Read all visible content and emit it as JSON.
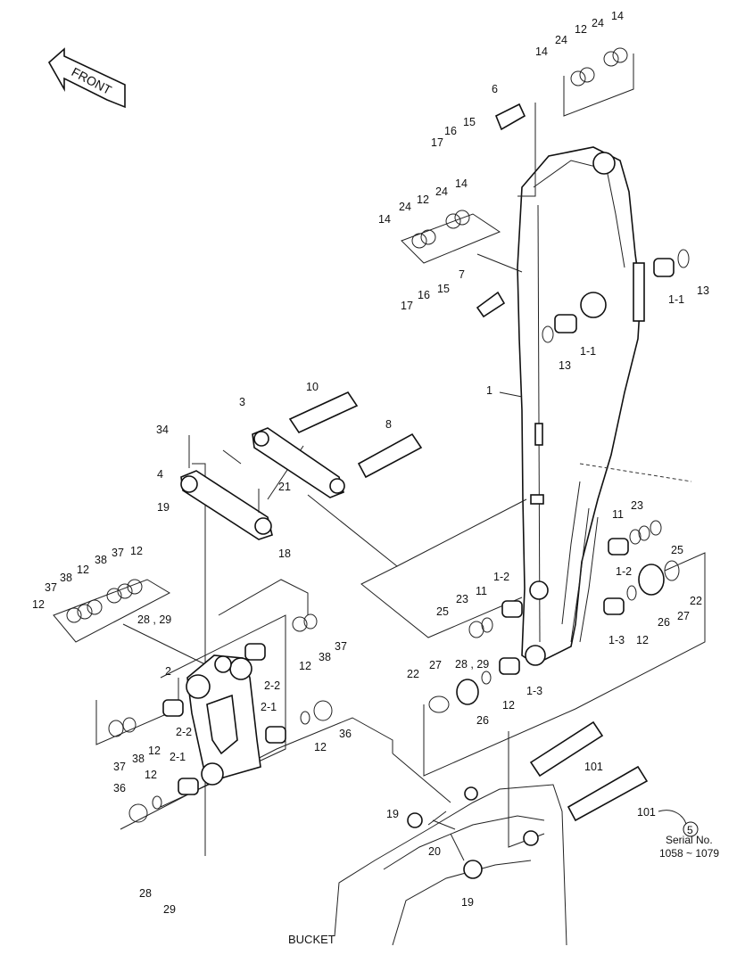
{
  "front_label": "FRONT",
  "bucket_label": "BUCKET",
  "serial": {
    "circle": "5",
    "line1": "Serial No.",
    "line2": "1058 ~ 1079"
  },
  "labels": {
    "l1": "1",
    "l1_1a": "1-1",
    "l1_1b": "1-1",
    "l1_2a": "1-2",
    "l1_2b": "1-2",
    "l1_3a": "1-3",
    "l1_3b": "1-3",
    "l2": "2",
    "l2_1a": "2-1",
    "l2_1b": "2-1",
    "l2_2a": "2-2",
    "l2_2b": "2-2",
    "l3": "3",
    "l4": "4",
    "l6": "6",
    "l7": "7",
    "l8": "8",
    "l10": "10",
    "l11a": "11",
    "l11b": "11",
    "l12": "12",
    "l13": "13",
    "l14": "14",
    "l15": "15",
    "l16": "16",
    "l17": "17",
    "l18": "18",
    "l19": "19",
    "l20": "20",
    "l21": "21",
    "l22": "22",
    "l23": "23",
    "l24": "24",
    "l25": "25",
    "l26": "26",
    "l27": "27",
    "l28": "28",
    "l29": "29",
    "l28_29": "28 , 29",
    "l34": "34",
    "l36": "36",
    "l37": "37",
    "l38": "38",
    "l101": "101"
  }
}
